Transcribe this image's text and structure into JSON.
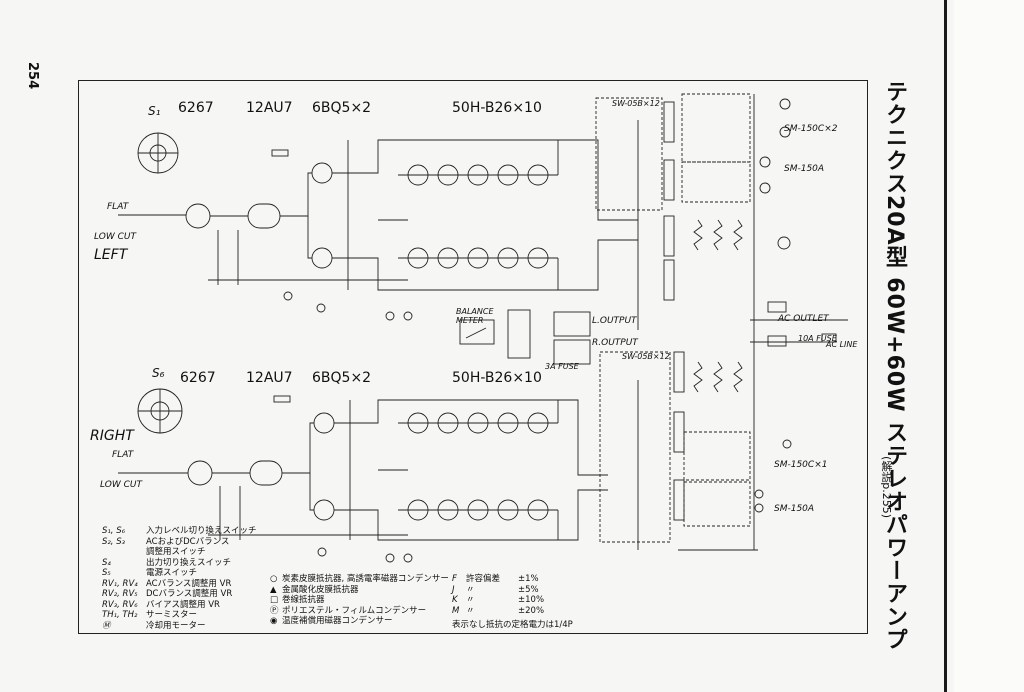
{
  "page_number": "254",
  "title": "テクニクス20A型 60W+60W ステレオパワーアンプ",
  "subtitle": "(解説p.255)",
  "left": {
    "channel": "LEFT",
    "tubes": {
      "t1": "6267",
      "t2": "12AU7",
      "t3": "6BQ5×2",
      "t4": "50H-B26×10"
    },
    "switch": "S₁",
    "flat": "FLAT",
    "lowcut": "LOW CUT",
    "balance_meter": "BALANCE METER",
    "l_output": "L.OUTPUT",
    "r_output": "R.OUTPUT",
    "ac_outlet": "AC OUTLET",
    "ac_line": "AC LINE",
    "fuse": "3A FUSE",
    "fuse2": "10A FUSE"
  },
  "right": {
    "channel": "RIGHT",
    "tubes": {
      "t1": "6267",
      "t2": "12AU7",
      "t3": "6BQ5×2",
      "t4": "50H-B26×10"
    },
    "switch": "S₆",
    "flat": "FLAT",
    "lowcut": "LOW CUT"
  },
  "modules": {
    "m1": "SW-05B×12",
    "m2": "SM-150C×2",
    "m3": "SM-150A",
    "m4": "SW-05B×12",
    "m5": "SM-150C×1",
    "m6": "SM-150A"
  },
  "legend_parts": [
    {
      "key": "S₁, S₆",
      "text": "入力レベル切り換えスイッチ"
    },
    {
      "key": "S₂, S₃",
      "text": "ACおよびDCバランス"
    },
    {
      "key": "",
      "text": "調整用スイッチ"
    },
    {
      "key": "S₄",
      "text": "出力切り換えスイッチ"
    },
    {
      "key": "S₅",
      "text": "電源スイッチ"
    },
    {
      "key": "RV₁, RV₄",
      "text": "ACバランス調整用 VR"
    },
    {
      "key": "RV₂, RV₅",
      "text": "DCバランス調整用 VR"
    },
    {
      "key": "RV₃, RV₆",
      "text": "バイアス調整用 VR"
    },
    {
      "key": "TH₁, TH₂",
      "text": "サーミスター"
    },
    {
      "key": "Ⓜ",
      "text": "冷却用モーター"
    }
  ],
  "legend_symbols": [
    {
      "mark": "○",
      "text": "炭素皮膜抵抗器, 高誘電率磁器コンデンサー"
    },
    {
      "mark": "▲",
      "text": "金属酸化皮膜抵抗器"
    },
    {
      "mark": "□",
      "text": "巻線抵抗器"
    },
    {
      "mark": "Ⓟ",
      "text": "ポリエステル・フィルムコンデンサー"
    },
    {
      "mark": "◉",
      "text": "温度補償用磁器コンデンサー"
    }
  ],
  "legend_tolerance": [
    {
      "mark": "F",
      "label": "許容偏差",
      "value": "±1%"
    },
    {
      "mark": "J",
      "label": "〃",
      "value": "±5%"
    },
    {
      "mark": "K",
      "label": "〃",
      "value": "±10%"
    },
    {
      "mark": "M",
      "label": "〃",
      "value": "±20%"
    }
  ],
  "legend_note": "表示なし抵抗の定格電力は1/4P"
}
